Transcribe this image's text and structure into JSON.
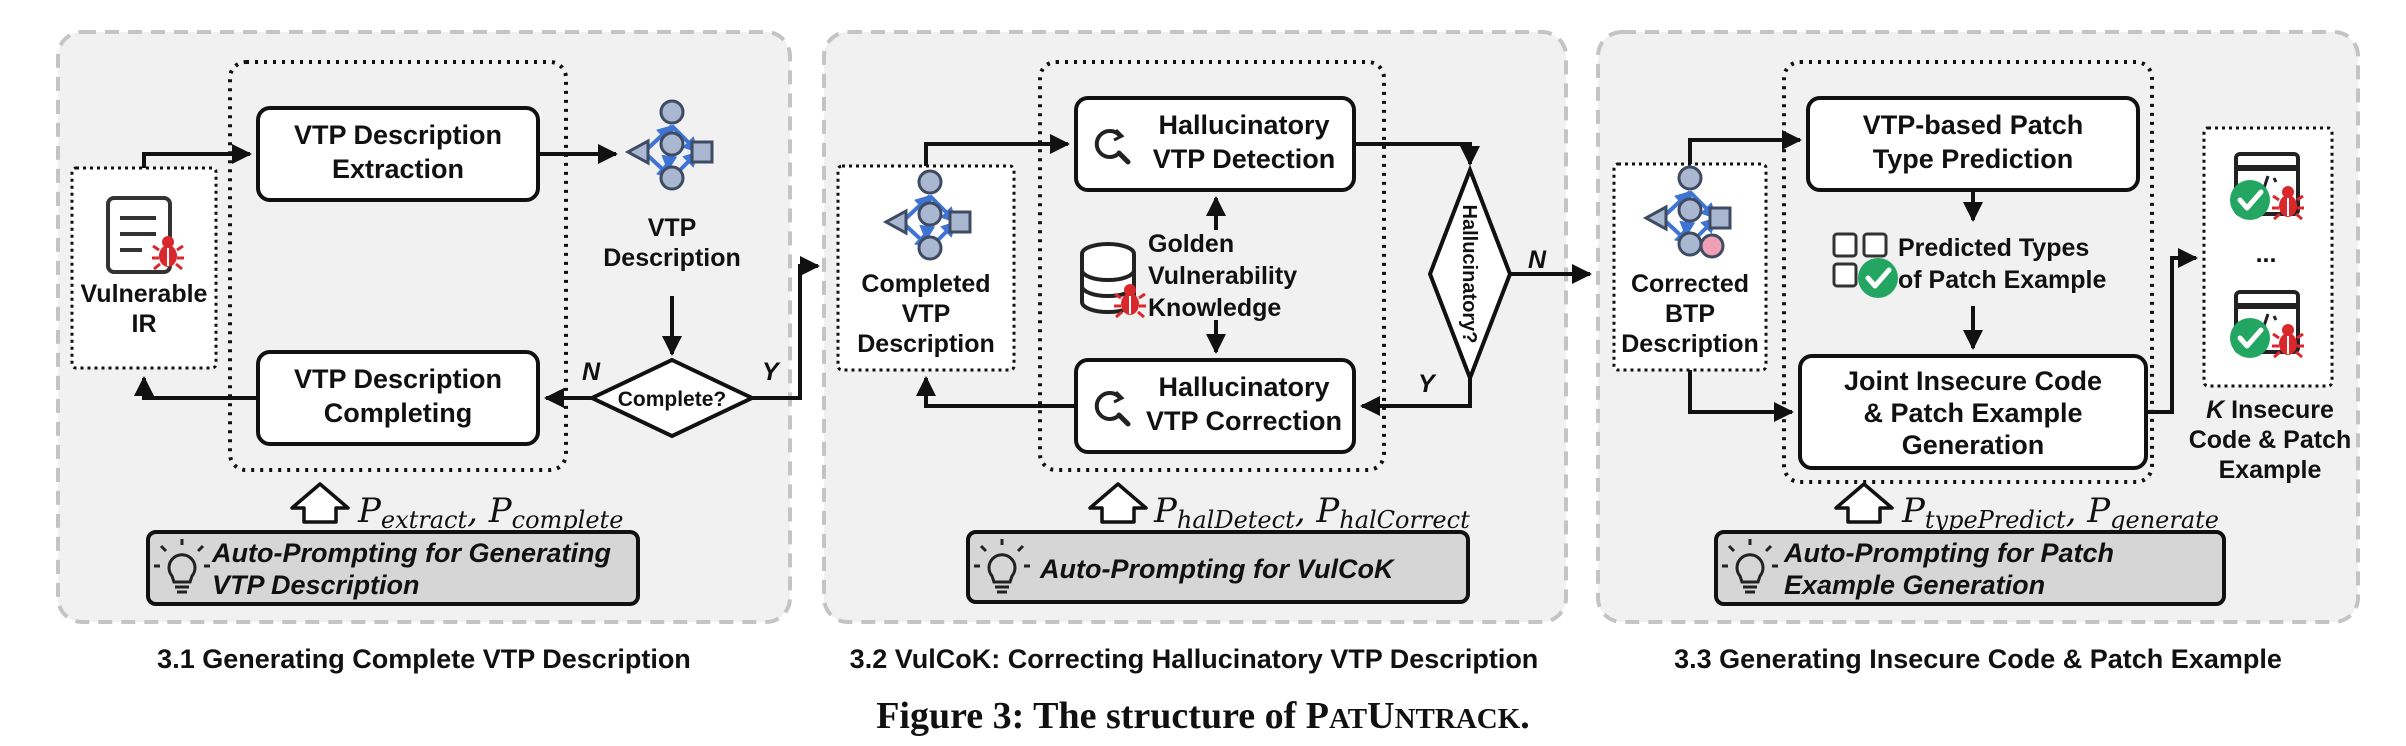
{
  "figure_caption": {
    "prefix": "Figure 3: The structure of ",
    "name_first": "P",
    "name_rest1": "AT",
    "name_mid": "U",
    "name_rest2": "NTRACK",
    "suffix": "."
  },
  "panels": [
    {
      "caption": "3.1 Generating Complete VTP Description",
      "box1": [
        "VTP Description",
        "Extraction"
      ],
      "box2": [
        "VTP Description",
        "Completing"
      ],
      "input_label": [
        "Vulnerable",
        "IR"
      ],
      "graph_label": [
        "VTP",
        "Description"
      ],
      "decision": "Complete?",
      "no": "N",
      "yes": "Y",
      "prompt_P1": "P",
      "prompt_sub1": "extract",
      "prompt_P2": "P",
      "prompt_sub2": "complete",
      "auto_prompt": [
        "Auto-Prompting for Generating",
        "VTP Description"
      ]
    },
    {
      "caption": "3.2 VulCoK: Correcting Hallucinatory VTP Description",
      "box1": [
        "Hallucinatory",
        "VTP Detection"
      ],
      "box2": [
        "Hallucinatory",
        "VTP Correction"
      ],
      "input_label": [
        "Completed",
        "VTP",
        "Description"
      ],
      "knowledge": [
        "Golden",
        "Vulnerability",
        "Knowledge"
      ],
      "decision": "Hallucinatory?",
      "no": "N",
      "yes": "Y",
      "prompt_P1": "P",
      "prompt_sub1": "halDetect",
      "prompt_P2": "P",
      "prompt_sub2": "halCorrect",
      "auto_prompt": [
        "Auto-Prompting for VulCoK"
      ]
    },
    {
      "caption": "3.3 Generating Insecure Code & Patch Example",
      "box1": [
        "VTP-based Patch",
        "Type Prediction"
      ],
      "box2": [
        "Joint Insecure Code",
        "& Patch Example",
        "Generation"
      ],
      "input_label": [
        "Corrected",
        "BTP",
        "Description"
      ],
      "types_label": [
        "Predicted Types",
        "of Patch Example"
      ],
      "ellipsis": "...",
      "output_k": "K",
      "output_label": [
        " Insecure",
        "Code & Patch",
        "Example"
      ],
      "prompt_P1": "P",
      "prompt_sub1": "typePredict",
      "prompt_P2": "P",
      "prompt_sub2": "generate",
      "auto_prompt": [
        "Auto-Prompting for Patch",
        "Example Generation"
      ]
    }
  ],
  "colors": {
    "panel_fill": "#f1f1f1",
    "panel_border": "#c4c4c4",
    "node_fill": "#a9b8d0",
    "node_stroke": "#3f4b63",
    "edge_blue": "#3e74d4",
    "bug_red": "#d8282c",
    "check_green": "#23a661",
    "pink_node": "#f0a0b4",
    "prompt_fill": "#d6d6d6"
  }
}
